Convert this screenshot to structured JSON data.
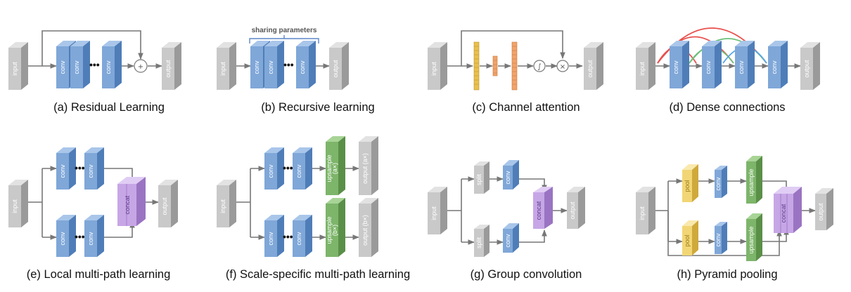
{
  "colors": {
    "conv_face": "#7fa7d8",
    "conv_side": "#4f7db8",
    "conv_top": "#a9c6ea",
    "io_face": "#c9c9c9",
    "io_side": "#9a9a9a",
    "io_top": "#e2e2e2",
    "upsample_face": "#7db56a",
    "upsample_side": "#5a8f48",
    "upsample_top": "#a8d496",
    "concat_face": "#c7a6e6",
    "concat_side": "#9a74c2",
    "concat_top": "#e0cdf4",
    "pool_face": "#f2d675",
    "pool_side": "#cfa93c",
    "pool_top": "#f9e9ad",
    "attention_yellow": "#e9c04d",
    "attention_orange": "#f0a36a",
    "arrow": "#777777",
    "dense_red": "#e8504d",
    "dense_green": "#6cc07a",
    "dense_blue": "#5aa6e6"
  },
  "labels": {
    "input": "input",
    "output": "output",
    "conv": "conv",
    "concat": "concat",
    "split": "split",
    "pool": "pool",
    "upsample": "upsample",
    "upsample_a": "(a×)",
    "upsample_b": "(b×)",
    "output_a": "output (a×)",
    "output_b": "output (b×)",
    "ellipsis": "•••",
    "plus": "+",
    "times": "×",
    "sigmoid": "∫",
    "sharing_parameters": "sharing parameters"
  },
  "captions": {
    "a": "(a) Residual Learning",
    "b": "(b) Recursive learning",
    "c": "(c) Channel attention",
    "d": "(d) Dense connections",
    "e": "(e) Local multi-path learning",
    "f": "(f) Scale-specific multi-path learning",
    "g": "(g) Group convolution",
    "h": "(h) Pyramid pooling"
  }
}
